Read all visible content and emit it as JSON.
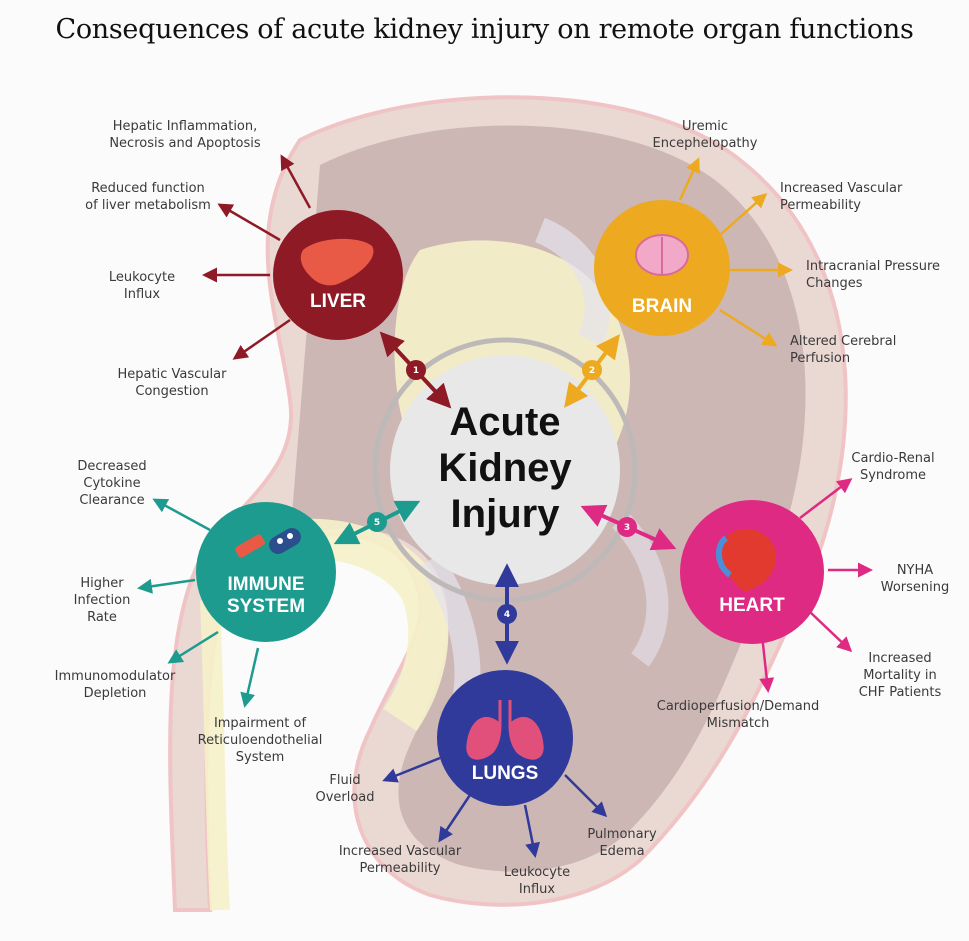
{
  "title": "Consequences of acute kidney injury on remote organ functions",
  "center": {
    "lines": [
      "Acute",
      "Kidney",
      "Injury"
    ]
  },
  "organs": {
    "liver": {
      "name": [
        "LIVER"
      ],
      "color": "#8e1a26",
      "number": "1"
    },
    "brain": {
      "name": [
        "BRAIN"
      ],
      "color": "#eda91f",
      "number": "2"
    },
    "heart": {
      "name": [
        "HEART"
      ],
      "color": "#de2a82",
      "number": "3"
    },
    "lungs": {
      "name": [
        "LUNGS"
      ],
      "color": "#2f3a9b",
      "number": "4"
    },
    "immune": {
      "name": [
        "IMMUNE",
        "SYSTEM"
      ],
      "color": "#1e9b8f",
      "number": "5"
    }
  },
  "effects": {
    "liver": [
      [
        "Hepatic Inflammation,",
        "Necrosis and Apoptosis"
      ],
      [
        "Reduced function",
        "of liver metabolism"
      ],
      [
        "Leukocyte",
        "Influx"
      ],
      [
        "Hepatic Vascular",
        "Congestion"
      ]
    ],
    "brain": [
      [
        "Uremic",
        "Encephelopathy"
      ],
      [
        "Increased Vascular",
        "Permeability"
      ],
      [
        "Intracranial Pressure",
        "Changes"
      ],
      [
        "Altered Cerebral",
        "Perfusion"
      ]
    ],
    "heart": [
      [
        "Cardio-Renal",
        "Syndrome"
      ],
      [
        "NYHA",
        "Worsening"
      ],
      [
        "Increased",
        "Mortality in",
        "CHF Patients"
      ],
      [
        "Cardioperfusion/Demand",
        "Mismatch"
      ]
    ],
    "lungs": [
      [
        "Fluid",
        "Overload"
      ],
      [
        "Increased Vascular",
        "Permeability"
      ],
      [
        "Leukocyte",
        "Influx"
      ],
      [
        "Pulmonary",
        "Edema"
      ]
    ],
    "immune": [
      [
        "Decreased",
        "Cytokine",
        "Clearance"
      ],
      [
        "Higher",
        "Infection",
        "Rate"
      ],
      [
        "Immunomodulator",
        "Depletion"
      ],
      [
        "Impairment of",
        "Reticuloendothelial",
        "System"
      ]
    ]
  }
}
